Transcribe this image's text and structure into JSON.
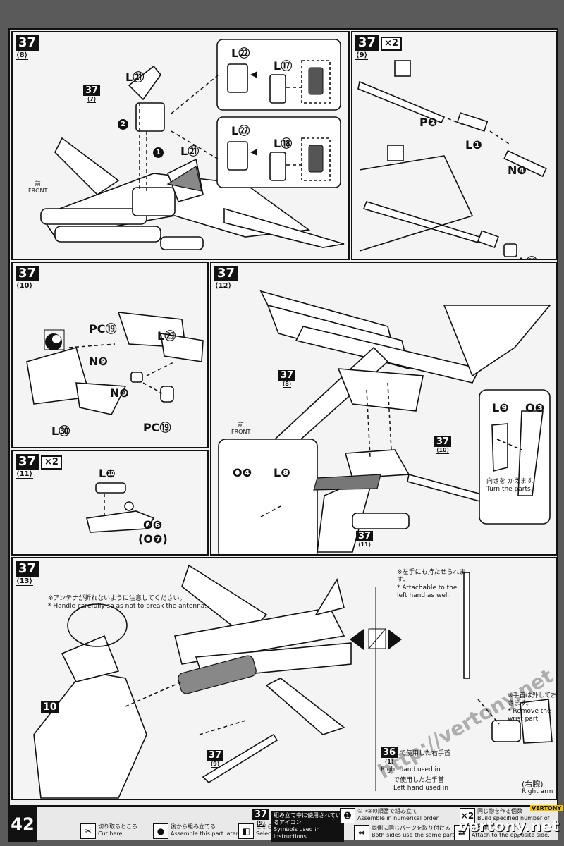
{
  "page": {
    "number": "42"
  },
  "steps": {
    "s8": {
      "num": "37",
      "sub": "⟨8⟩",
      "ref7": {
        "num": "37",
        "sub": "⟨7⟩"
      },
      "labels": [
        "L㉑",
        "L㉒",
        "L⑰",
        "L㉒",
        "L⑱",
        "L㉑"
      ],
      "arrow1": "1",
      "arrow2": "2",
      "front": "前",
      "front_en": "FRONT"
    },
    "s9": {
      "num": "37",
      "sub": "⟨9⟩",
      "mult": "×2",
      "labels": [
        "P❷",
        "L❶",
        "N❹",
        "L⑳"
      ]
    },
    "s10": {
      "num": "37",
      "sub": "⟨10⟩",
      "labels": [
        "PC⑲",
        "L㉙",
        "N❾",
        "N❾",
        "PC⑲",
        "L㉚"
      ]
    },
    "s11": {
      "num": "37",
      "sub": "⟨11⟩",
      "mult": "×2",
      "labels": [
        "L❿",
        "O❻",
        "(O❼)"
      ]
    },
    "s12": {
      "num": "37",
      "sub": "⟨12⟩",
      "ref8": {
        "num": "37",
        "sub": "⟨8⟩"
      },
      "ref10": {
        "num": "37",
        "sub": "⟨10⟩"
      },
      "ref11": {
        "num": "37",
        "sub": "⟨11⟩"
      },
      "labels": [
        "L❾",
        "O❸",
        "O❹",
        "L❽"
      ],
      "turn_jp": "向きを かえます。",
      "turn_en": "Turn the parts.",
      "front": "前",
      "front_en": "FRONT"
    },
    "s13": {
      "num": "37",
      "sub": "⟨13⟩",
      "ref10": "10",
      "ref9": {
        "num": "37",
        "sub": "⟨9⟩"
      },
      "antenna_jp": "※アンテナが折れないように注意してください。",
      "antenna_en": "* Handle carefully so as not to break the antenna.",
      "left_jp": "※左手にも持たせられます。",
      "left_en": "* Attachable to the left hand as well.",
      "wrist_jp": "※手首は外しておきます。",
      "wrist_en": "* Remove the wrist part.",
      "right_hand_jp": "で使用した右手首",
      "right_hand_en": "Right hand used in",
      "right_hand_ref": {
        "num": "36",
        "sub": "⟨1⟩"
      },
      "left_hand_jp": "で使用した左手首",
      "left_hand_en": "Left hand used in",
      "right_arm_jp": "(右腕)",
      "right_arm_en": "Right arm"
    }
  },
  "footer": {
    "caption_jp": "組み立て中に使用されているアイコン",
    "caption_en": "Symbols used in instructions",
    "ref": {
      "num": "37",
      "sub": "⟨9⟩"
    },
    "items": [
      {
        "icon": "➊",
        "jp": "①→②の順番で組み立て",
        "en": "Assemble in numerical order"
      },
      {
        "icon": "✂",
        "jp": "切り取るところ",
        "en": "Cut here."
      },
      {
        "icon": "●",
        "jp": "後から組み立てる",
        "en": "Assemble this part later."
      },
      {
        "icon": "◧",
        "jp": "どちらかを選んで取り付ける",
        "en": "Select a part to attach."
      },
      {
        "icon": "⇔",
        "jp": "両側に同じパーツを取り付ける",
        "en": "Both sides use the same part."
      },
      {
        "icon": "⇄",
        "jp": "反対側に取り付ける",
        "en": "Attach to the opposite side."
      },
      {
        "icon": "×2",
        "jp": "同じ物を作る個数",
        "en": "Build specified number of parts."
      }
    ]
  },
  "watermark": {
    "site": "http://vertony.net",
    "brand": "vertony.net",
    "tag": "VERTONY"
  }
}
